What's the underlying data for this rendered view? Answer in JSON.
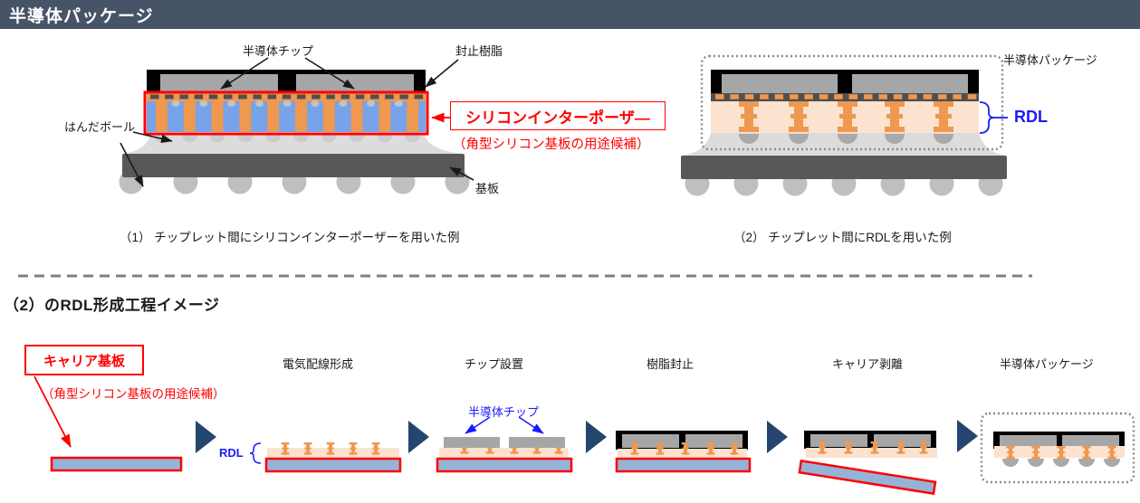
{
  "header": {
    "title": "半導体パッケージ",
    "bg_color": "#475366"
  },
  "diagram_interposer": {
    "label_chip": "半導体チップ",
    "label_resin": "封止樹脂",
    "label_solder_ball": "はんだボール",
    "label_interposer": "シリコンインターポーザ―",
    "label_interposer_note": "（角型シリコン基板の用途候補）",
    "label_substrate": "基板",
    "caption": "（1） チップレット間にシリコンインターポーザーを用いた例"
  },
  "diagram_rdl": {
    "label_package": "半導体パッケージ",
    "label_rdl": "RDL",
    "caption": "（2） チップレット間にRDLを用いた例"
  },
  "process": {
    "heading": "（2）のRDL形成工程イメージ",
    "carrier_label": "キャリア基板",
    "carrier_note": "（角型シリコン基板の用途候補）",
    "rdl_label": "RDL",
    "chip_label": "半導体チップ",
    "steps": [
      "電気配線形成",
      "チップ設置",
      "樹脂封止",
      "キャリア剥離",
      "半導体パッケージ"
    ]
  },
  "colors": {
    "header_bg": "#475366",
    "accent_red": "#ff0000",
    "label_blue": "#1a1aff",
    "arrow_navy": "#24466e",
    "chip_gray": "#a6a6a6",
    "resin_black": "#000000",
    "strip_dark": "#4f4f4f",
    "via_orange": "#ef9850",
    "interposer_blue": "#76a3ea",
    "rdl_peach": "#fbe3cf",
    "mesa_gray": "#dcdcdc",
    "substrate_gray": "#585858",
    "ball_gray": "#bfbfbf",
    "bump_gray": "#a9a9a9",
    "carrier_blue": "#95b3d7",
    "dotted_border": "#8c8c8c",
    "separator_gray": "#808080"
  }
}
